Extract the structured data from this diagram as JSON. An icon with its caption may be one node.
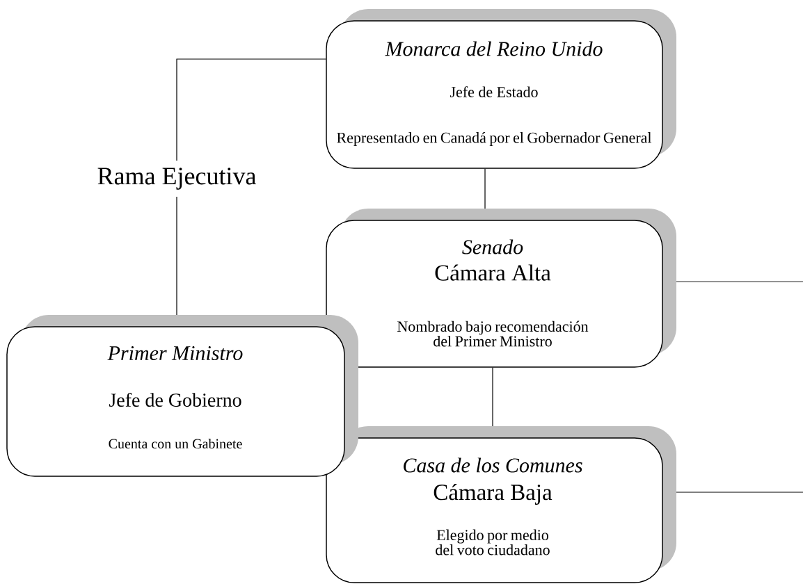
{
  "diagram": {
    "nodes": [
      {
        "text": [
          "Monarca del Reino Unido",
          "Jefe de Estado",
          "Representado en Canadá por el Gobernador General"
        ]
      },
      {
        "text": [
          "Rama Ejecutiva"
        ]
      },
      {
        "text": [
          "Senado",
          "Cámara Alta",
          "Nombrado bajo recomendación del Primer Ministro"
        ]
      },
      {
        "text": [
          "Casa de los Comunes",
          "Cámara Baja",
          "Elegido por medio del voto ciudadano"
        ]
      },
      {
        "text": [
          "Primer Ministro",
          "Jefe de Gobierno",
          "Cuenta con un Gabinete"
        ]
      }
    ],
    "edges": [
      {
        "from": 0,
        "to": 1,
        "arrow": "none"
      },
      {
        "from": 1,
        "to": 4,
        "arrow": "none"
      },
      {
        "from": 0,
        "to": 2,
        "arrow": "none"
      },
      {
        "from": 2,
        "to": 3,
        "arrow": "none"
      },
      {
        "from": 2,
        "to": null,
        "arrow": "none"
      },
      {
        "from": 3,
        "to": null,
        "arrow": "none"
      }
    ]
  }
}
